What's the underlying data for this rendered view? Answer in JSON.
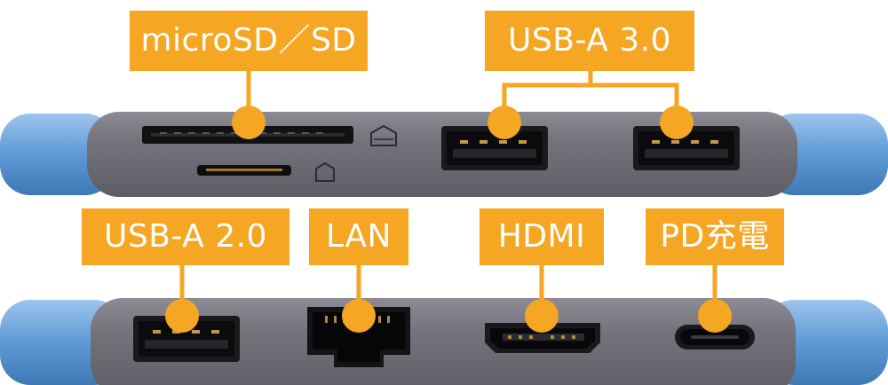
{
  "colors": {
    "accent": "#f5a623",
    "hub_body": "#6e6d76",
    "hub_body_light": "#8a8992",
    "bumper": "#5f9ad6",
    "port_dark": "#101012"
  },
  "top_device": {
    "icons": [
      "sd-card-icon",
      "microsd-card-icon"
    ],
    "labels": {
      "card_slots": "microSD／SD",
      "usb_a_30": "USB-A 3.0"
    }
  },
  "bottom_device": {
    "labels": {
      "usb_a_20": "USB-A 2.0",
      "lan": "LAN",
      "hdmi": "HDMI",
      "pd": "PD充電"
    }
  }
}
